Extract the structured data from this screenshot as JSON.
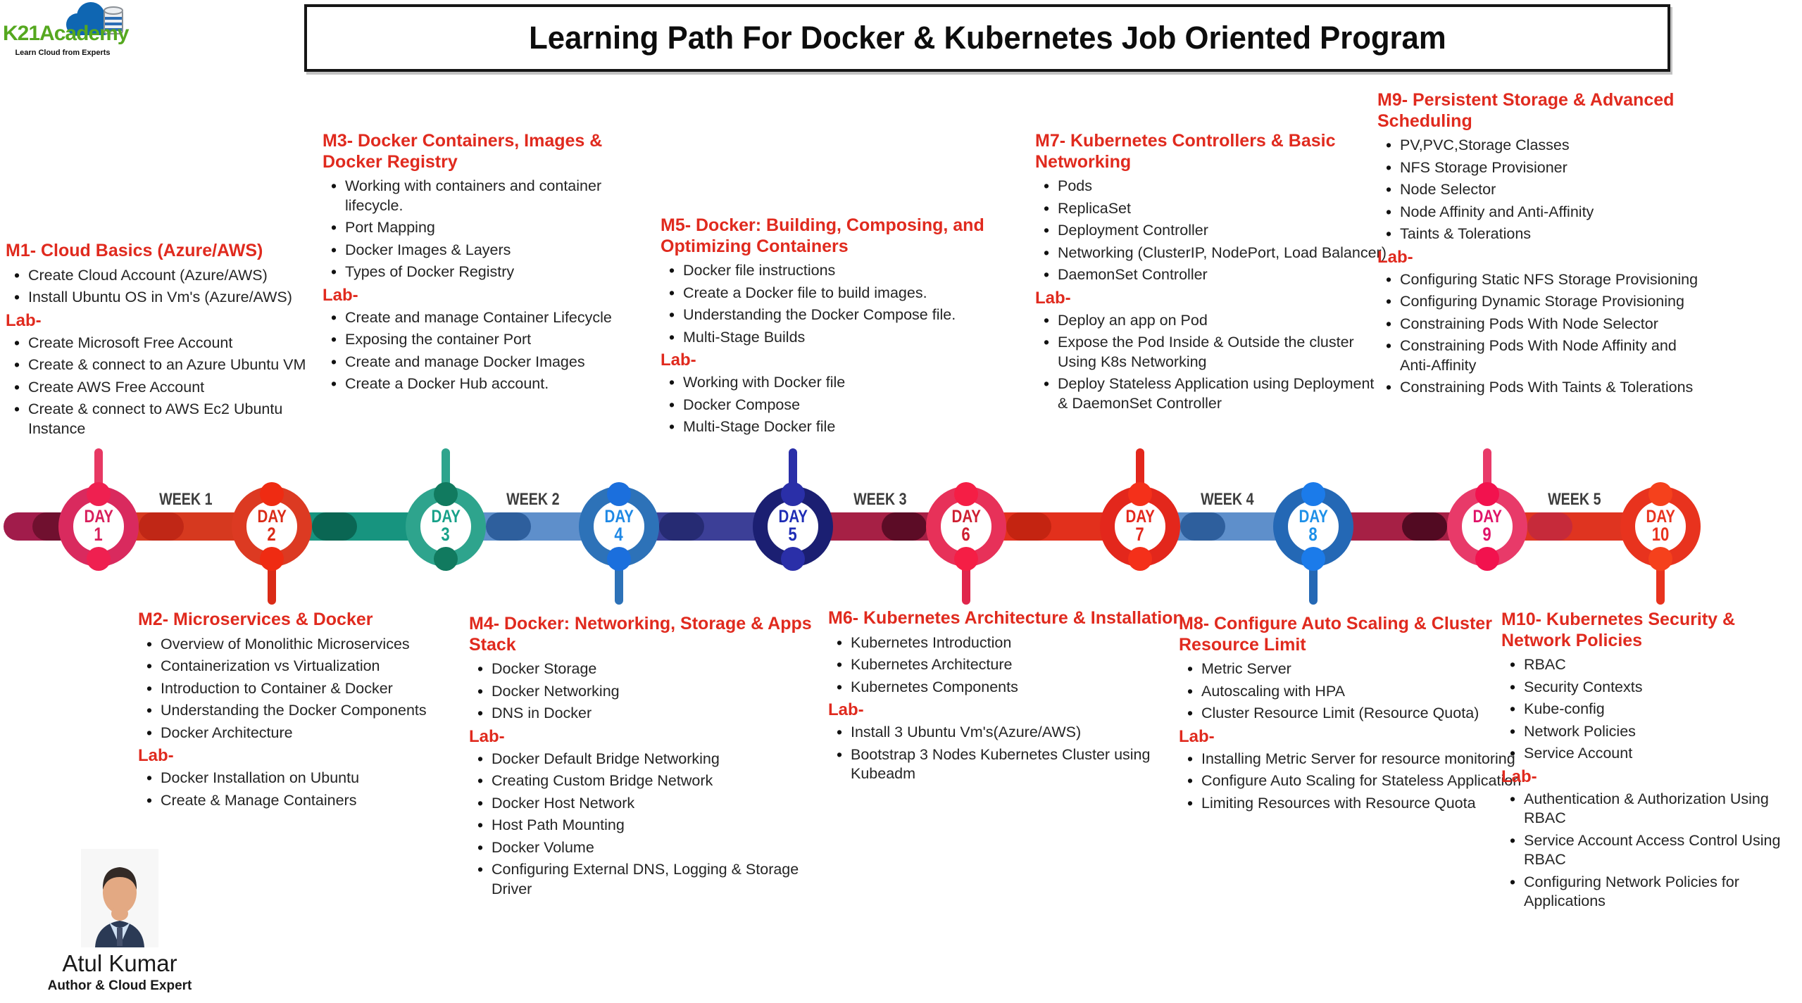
{
  "header": {
    "logo": {
      "brand": "K21Academy",
      "tagline": "Learn Cloud from Experts",
      "brand_color": "#55A81F",
      "cloud_color": "#0F66B2",
      "icon": "cloud-database-icon"
    },
    "title": "Learning Path For Docker & Kubernetes Job Oriented Program"
  },
  "timeline": {
    "week_labels": [
      "WEEK 1",
      "WEEK 2",
      "WEEK 3",
      "WEEK 4",
      "WEEK 5"
    ],
    "days": [
      {
        "word": "DAY",
        "num": "1",
        "style": "--ring:#d92a5e;--txt:#d81e5b;--bump:#ef2050;--stem:#e73863"
      },
      {
        "word": "DAY",
        "num": "2",
        "style": "--ring:#dc3a22;--txt:#da2b17;--bump:#ef2b12;--stem:#da2b17"
      },
      {
        "word": "DAY",
        "num": "3",
        "style": "--ring:#2ea48d;--txt:#17a189;--bump:#117a5f;--stem:#2ea48d"
      },
      {
        "word": "DAY",
        "num": "4",
        "style": "--ring:#2d72b8;--txt:#1e88e5;--bump:#1b6fdd;--stem:#2d72b8"
      },
      {
        "word": "DAY",
        "num": "5",
        "style": "--ring:#1b1f72;--txt:#1f2db5;--bump:#2a2fa8;--stem:#2a2fa8"
      },
      {
        "word": "DAY",
        "num": "6",
        "style": "--ring:#e73159;--txt:#ce1f31;--bump:#f51e45;--stem:#e0264c"
      },
      {
        "word": "DAY",
        "num": "7",
        "style": "--ring:#e3271c;--txt:#e3271c;--bump:#f4301a;--stem:#e3271c"
      },
      {
        "word": "DAY",
        "num": "8",
        "style": "--ring:#2468b5;--txt:#1e90e8;--bump:#1b7bea;--stem:#2468b5"
      },
      {
        "word": "DAY",
        "num": "9",
        "style": "--ring:#e83a69;--txt:#e01368;--bump:#f2124e;--stem:#e83a69"
      },
      {
        "word": "DAY",
        "num": "10",
        "style": "--ring:#e8331e;--txt:#e8331e;--bump:#f5411c;--stem:#e8331e"
      }
    ],
    "connectors": [
      {
        "style": "background:#a11c4b",
        "cap_style": "right:0;background:#70102f"
      },
      {
        "style": "background:#d6391f",
        "cap_style": "left:57px;background:#c02716"
      },
      {
        "style": "background:#17947f",
        "cap_style": "left:57px;background:#0a6653"
      },
      {
        "style": "background:#5e8fcb",
        "cap_style": "left:57px;background:#2e5f9d"
      },
      {
        "style": "background:#3c3f97",
        "cap_style": "left:57px;background:#262b73"
      },
      {
        "style": "background:#a62045",
        "cap_style": "right:57px;background:#5c0c26"
      },
      {
        "style": "background:#e2301c",
        "cap_style": "left:57px;background:#c42411"
      },
      {
        "style": "background:#5e8fcb",
        "cap_style": "left:57px;background:#2e5f9d"
      },
      {
        "style": "background:#a62045",
        "cap_style": "right:57px;background:#520a22"
      },
      {
        "style": "background:#df3420",
        "cap_style": "left:57px;background:#c62a3a"
      }
    ]
  },
  "modules": [
    {
      "id": "M1",
      "position": "top",
      "title": "M1- Cloud Basics (Azure/AWS)",
      "topics": [
        "Create Cloud Account (Azure/AWS)",
        "Install Ubuntu OS in Vm's (Azure/AWS)"
      ],
      "lab_label": "Lab-",
      "labs": [
        "Create Microsoft Free Account",
        "Create & connect to an Azure Ubuntu VM",
        "Create AWS Free Account",
        "Create & connect to AWS Ec2 Ubuntu Instance"
      ]
    },
    {
      "id": "M2",
      "position": "bottom",
      "title": "M2- Microservices & Docker",
      "topics": [
        "Overview of Monolithic Microservices",
        "Containerization vs Virtualization",
        "Introduction to Container & Docker",
        "Understanding the Docker Components",
        "Docker Architecture"
      ],
      "lab_label": "Lab-",
      "labs": [
        "Docker Installation on Ubuntu",
        "Create & Manage Containers"
      ]
    },
    {
      "id": "M3",
      "position": "top",
      "title": "M3- Docker Containers, Images & Docker Registry",
      "topics": [
        "Working with containers and container lifecycle.",
        "Port Mapping",
        "Docker Images & Layers",
        "Types of Docker Registry"
      ],
      "lab_label": "Lab-",
      "labs": [
        "Create and manage Container Lifecycle",
        "Exposing the container Port",
        "Create and manage Docker Images",
        "Create a Docker Hub account."
      ]
    },
    {
      "id": "M4",
      "position": "bottom",
      "title": "M4- Docker: Networking, Storage & Apps Stack",
      "topics": [
        "Docker Storage",
        "Docker Networking",
        "DNS in Docker"
      ],
      "lab_label": "Lab-",
      "labs": [
        "Docker Default Bridge Networking",
        "Creating Custom Bridge Network",
        "Docker Host Network",
        "Host Path Mounting",
        "Docker Volume",
        "Configuring External DNS, Logging & Storage Driver"
      ]
    },
    {
      "id": "M5",
      "position": "top",
      "title": "M5- Docker: Building, Composing, and Optimizing Containers",
      "topics": [
        "Docker file instructions",
        "Create a Docker file to build images.",
        "Understanding the Docker Compose file.",
        "Multi-Stage Builds"
      ],
      "lab_label": "Lab-",
      "labs": [
        "Working with Docker file",
        "Docker Compose",
        "Multi-Stage Docker file"
      ]
    },
    {
      "id": "M6",
      "position": "bottom",
      "title": "M6- Kubernetes Architecture & Installation",
      "topics": [
        "Kubernetes Introduction",
        "Kubernetes Architecture",
        "Kubernetes Components"
      ],
      "lab_label": "Lab-",
      "labs": [
        "Install 3 Ubuntu Vm's(Azure/AWS)",
        "Bootstrap 3 Nodes Kubernetes Cluster using Kubeadm"
      ]
    },
    {
      "id": "M7",
      "position": "top",
      "title": "M7- Kubernetes Controllers & Basic Networking",
      "topics": [
        "Pods",
        "ReplicaSet",
        "Deployment Controller",
        "Networking (ClusterIP, NodePort, Load Balancer)",
        "DaemonSet Controller"
      ],
      "lab_label": "Lab-",
      "labs": [
        "Deploy an app on Pod",
        "Expose the Pod Inside & Outside the cluster Using K8s Networking",
        "Deploy Stateless Application using Deployment & DaemonSet Controller"
      ]
    },
    {
      "id": "M8",
      "position": "bottom",
      "title": "M8- Configure Auto Scaling & Cluster Resource Limit",
      "topics": [
        "Metric Server",
        "Autoscaling with HPA",
        "Cluster Resource Limit (Resource Quota)"
      ],
      "lab_label": "Lab-",
      "labs": [
        "Installing Metric Server for resource monitoring",
        "Configure Auto Scaling for Stateless Application",
        "Limiting Resources with Resource Quota"
      ]
    },
    {
      "id": "M9",
      "position": "top",
      "title": "M9- Persistent Storage & Advanced Scheduling",
      "topics": [
        "PV,PVC,Storage Classes",
        "NFS Storage Provisioner",
        "Node Selector",
        "Node Affinity and Anti-Affinity",
        "Taints & Tolerations"
      ],
      "lab_label": "Lab-",
      "labs": [
        "Configuring Static NFS Storage Provisioning",
        "Configuring Dynamic Storage Provisioning",
        "Constraining Pods With Node Selector",
        "Constraining Pods With Node Affinity and Anti-Affinity",
        "Constraining Pods With Taints & Tolerations"
      ]
    },
    {
      "id": "M10",
      "position": "bottom",
      "title": "M10- Kubernetes Security & Network Policies",
      "topics": [
        "RBAC",
        "Security Contexts",
        "Kube-config",
        "Network Policies",
        "Service Account"
      ],
      "lab_label": "Lab-",
      "labs": [
        "Authentication & Authorization Using RBAC",
        "Service Account Access Control Using RBAC",
        "Configuring Network Policies for Applications"
      ]
    }
  ],
  "author": {
    "name": "Atul Kumar",
    "role": "Author & Cloud Expert"
  }
}
